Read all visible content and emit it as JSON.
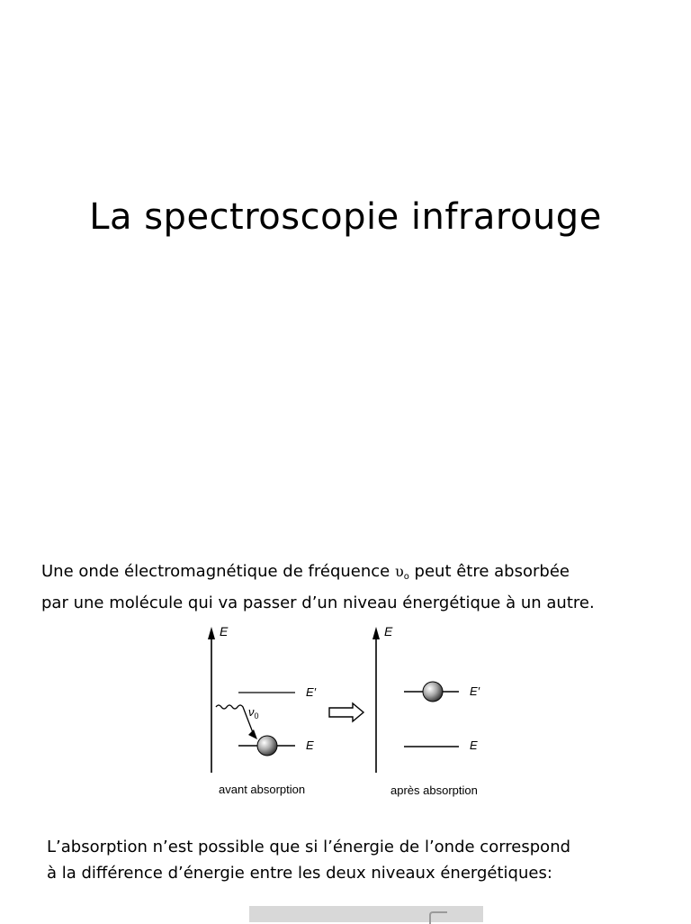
{
  "slide": {
    "title": "La spectroscopie infrarouge",
    "para1_line1_a": "Une onde électromagnétique de fréquence ",
    "upsilon": "υ",
    "upsilon_sub": "o",
    "para1_line1_b": " peut être absorbée",
    "para1_line2": "par une molécule qui va passer d’un niveau énergétique à un autre.",
    "para2_line1": "L’absorption n’est possible que si l’énergie de l’onde correspond",
    "para2_line2": "à la différence d’énergie entre les deux niveaux énergétiques:"
  },
  "diagram": {
    "axis_label_left": "E",
    "axis_label_right": "E",
    "level_upper_left": "E′",
    "level_lower_left": "E",
    "level_upper_right": "E′",
    "level_lower_right": "E",
    "photon_label": "ν",
    "photon_sub": "0",
    "caption_before": "avant absorption",
    "caption_after": "après absorption"
  }
}
